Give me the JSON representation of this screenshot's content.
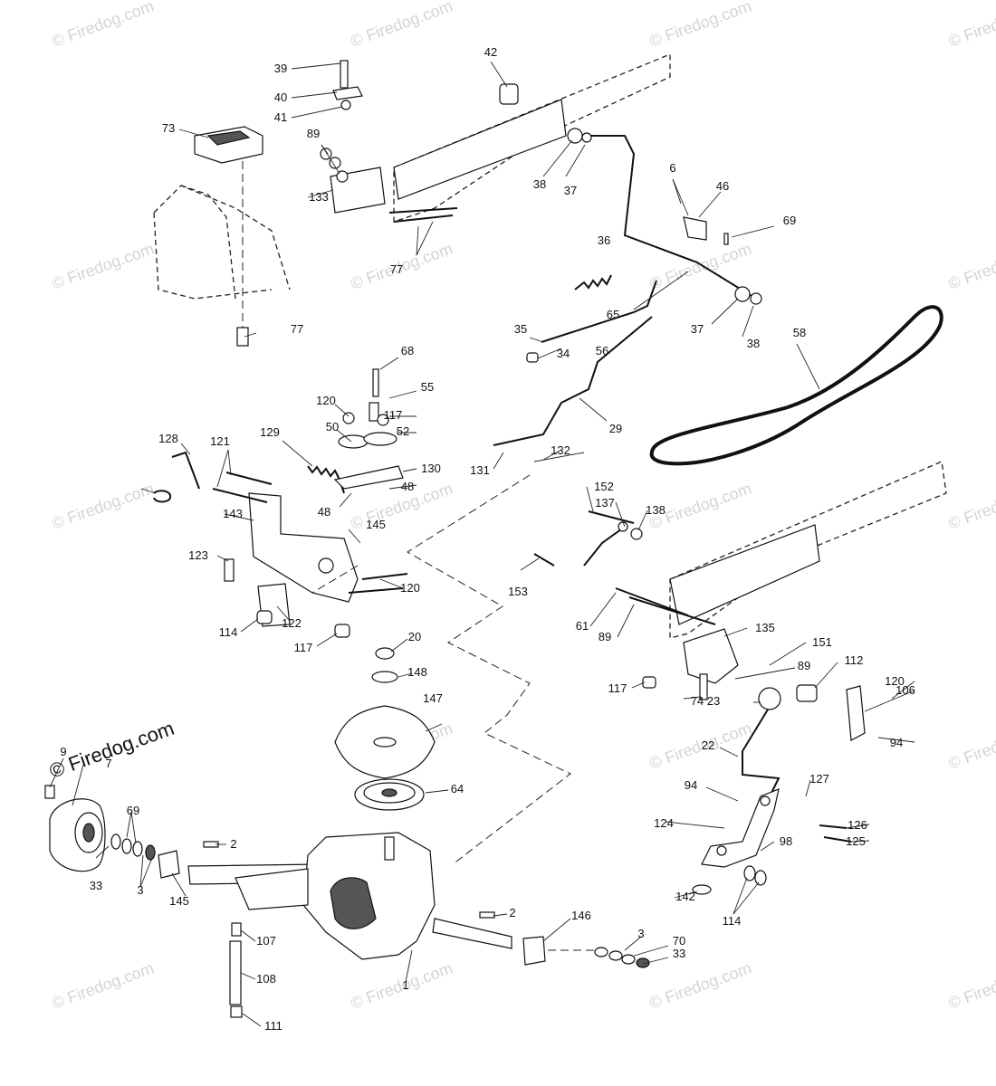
{
  "watermark": {
    "text": "© Firedog.com",
    "prominent_text": "© Firedog.com"
  },
  "callouts": [
    "1",
    "2",
    "2",
    "3",
    "3",
    "6",
    "7",
    "9",
    "20",
    "22",
    "23",
    "29",
    "33",
    "33",
    "34",
    "35",
    "36",
    "37",
    "37",
    "38",
    "38",
    "39",
    "40",
    "41",
    "42",
    "46",
    "48",
    "48",
    "50",
    "52",
    "55",
    "56",
    "58",
    "61",
    "64",
    "65",
    "68",
    "69",
    "69",
    "70",
    "73",
    "74",
    "77",
    "77",
    "89",
    "89",
    "89",
    "94",
    "94",
    "98",
    "106",
    "107",
    "108",
    "111",
    "112",
    "114",
    "114",
    "117",
    "117",
    "117",
    "120",
    "120",
    "120",
    "121",
    "122",
    "123",
    "124",
    "125",
    "126",
    "127",
    "128",
    "129",
    "130",
    "131",
    "132",
    "133",
    "135",
    "137",
    "138",
    "142",
    "143",
    "145",
    "145",
    "146",
    "147",
    "148",
    "151",
    "152",
    "153"
  ]
}
